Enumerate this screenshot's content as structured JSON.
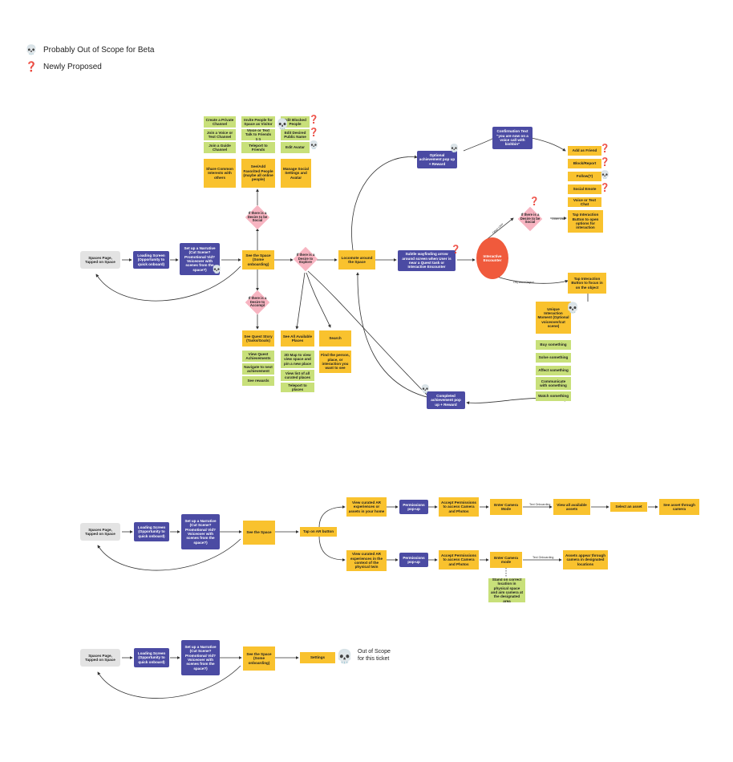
{
  "legend": {
    "out_of_scope": "Probably Out of Scope for Beta",
    "proposed": "Newly Proposed",
    "icons": {
      "skull": "skull-icon",
      "question": "question-mark-icon"
    }
  },
  "colors": {
    "navy": "#4b4ba3",
    "yellow": "#f9c22e",
    "green": "#c8e07a",
    "pink": "#f7b4c1",
    "red": "#f05a3c",
    "gray": "#e3e3e3"
  },
  "flow1": {
    "spaces_page": "Spaces Page, Tapped on Space",
    "loading": "Loading Screen (Opportunity to quick onboard)",
    "narrative": "Set up a Narrative (Cut Scene? Promotional Vid? Voiceover with scenes from the space?)",
    "see_space": "See the Space (Some onboarding)",
    "desire_social": "If there is a Desire to be Social",
    "desire_explore": "If there is a Desire to Explore",
    "desire_accomp": "If there is a Desire to Accompl",
    "social_top": [
      "Create a Private Channel",
      "Invite People for Space as Visitor",
      "Edit Blocked People",
      "Join a Voice or Text Channel",
      "Voice or Text Talk to Friends 1:1",
      "Edit Desired Public Name",
      "Join a Guide Channel",
      "Teleport to Friends",
      "Edit Avatar"
    ],
    "social_mid": [
      "Share Common Interests with others",
      "See/Add Favorited People (maybe all online people)",
      "Manage Social Settings and Avatar"
    ],
    "quest": "See Quest Story (Tasks/Goals)",
    "quest_items": [
      "View Quest Achievements",
      "Navigate to next achievement",
      "See rewards"
    ],
    "places": "See All Available Places",
    "places_items": [
      "2D Map to view view space and pin a new place",
      "View list of all curated places",
      "Teleport to places"
    ],
    "search": "Search",
    "search_item": "Find the person, place, or interaction you want to see",
    "locomote": "Locomote around the Space",
    "wayfinding": "Subtle wayfinding arrow around screen when User is near a Quest task or Interactive Encounter",
    "encounter": "Interactive Encounter",
    "optional_ach": "Optional achievement pop up + Reward",
    "confirmation": "Confirmation Text \"you are now on a voice call with bishbin\"",
    "other_user": "Other User",
    "obj_object": "Obj User/Object",
    "desire_social2": "If there is a Desire to be Social",
    "user_actions": [
      "Add as Friend",
      "Block/Report",
      "Follow(?)",
      "Social Emote",
      "Voice or Text Chat"
    ],
    "tap_interaction": "Tap Interaction Button to open options for interaction",
    "tap_focus": "Tap Interaction Button to focus in on the object",
    "unique": "Unique Interaction Moment (Optional voiceover/cut scene)",
    "object_actions": [
      "Buy something",
      "Solve something",
      "Affect something",
      "Communicate with something",
      "Watch something"
    ],
    "completed_ach": "Completed achievement pop up + Reward"
  },
  "flow2": {
    "spaces_page": "Spaces Page, Tapped on Space",
    "loading": "Loading Screen (Opportunity to quick onboard)",
    "narrative": "Set up a Narrative (Cut Scene? Promotional Vid? Voiceover with scenes from the space?)",
    "see_space": "See the Space",
    "tap_ar": "Tap on AR button",
    "view_home": "View curated AR experiences or assets in your home",
    "view_physical": "View curated AR experiences in the context of the physical twin",
    "permissions": "Permissions pop-up",
    "accept": "Accept Permissions to access Camera and Photos",
    "camera_mode_a": "Enter Camera Mode",
    "camera_mode_b": "Enter Camera mode",
    "text_onboarding": "Text Onboarding",
    "view_assets": "View all available assets",
    "select_asset": "Select an asset",
    "see_asset": "See asset through camera",
    "assets_appear": "Assets appear through camera in designated locations",
    "stand_location": "Stand on correct location in physical space and aim camera at the designated area"
  },
  "flow3": {
    "spaces_page": "Spaces Page, Tapped on Space",
    "loading": "Loading Screen (Opportunity to quick onboard)",
    "narrative": "Set up a Narrative (Cut Scene? Promotional Vid? Voiceover with scenes from the space?)",
    "see_space": "See the Space (Some onboarding)",
    "settings": "Settings",
    "out_scope": "Out of Scope",
    "for_ticket": "for this ticket"
  }
}
